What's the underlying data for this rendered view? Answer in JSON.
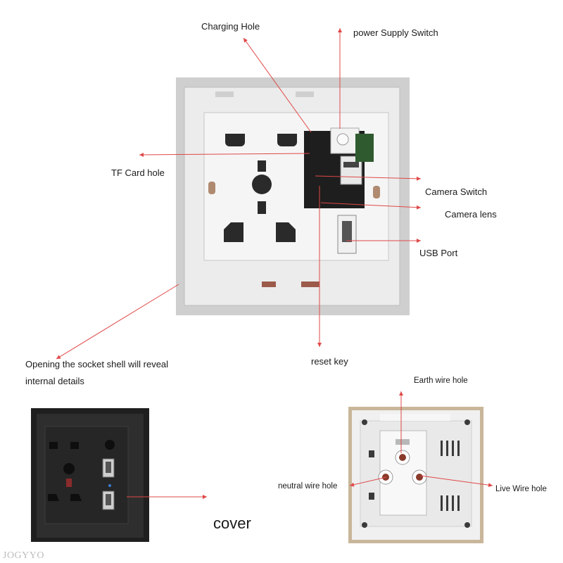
{
  "labels": {
    "charging_hole": "Charging Hole",
    "power_supply_switch": "power Supply Switch",
    "tf_card_hole": "TF Card hole",
    "camera_switch": "Camera Switch",
    "camera_lens": "Camera lens",
    "usb_port": "USB Port",
    "reset_key": "reset key",
    "opening_line1": "Opening the socket shell will reveal",
    "opening_line2": "internal details",
    "earth_wire_hole": "Earth wire hole",
    "neutral_wire_hole": "neutral wire hole",
    "live_wire_hole": "Live Wire hole",
    "cover": "cover"
  },
  "watermark": "JOGYYO",
  "colors": {
    "arrow": "#e04848",
    "panel_grey": "#e6e6e6",
    "cover_black": "#2b2b2b"
  }
}
